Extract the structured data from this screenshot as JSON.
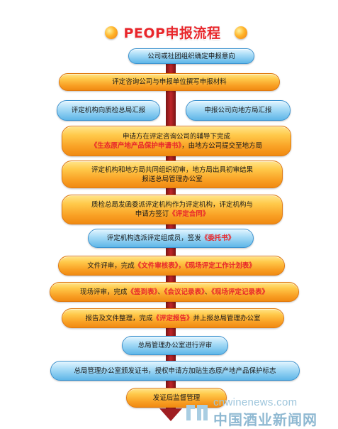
{
  "title": "PEOP申报流程",
  "steps": [
    {
      "a": "公司或社团组织确定申报意向"
    },
    {
      "a": "评定咨询公司与申报单位撰写申报材料"
    },
    {
      "a": "评定机构向质检总局汇报"
    },
    {
      "a": "申报公司向地方局汇报"
    },
    {
      "a": "申请方在评定咨询公司的辅导下完成",
      "b": "《生态原产地产品保护申请书》",
      "c": "，由地方公司提交至地方局"
    },
    {
      "a": "评定机构和地方局共同组织初审，地方局出具初审结果",
      "b": "报送总局管理办公室"
    },
    {
      "a": "质检总局发函委派评定机构作为评定机构，评定机构与",
      "b": "申请方签订",
      "c": "《评定合同》"
    },
    {
      "a": "评定机构选派评定组成员，签发",
      "b": "《委托书》"
    },
    {
      "a": "文件评审，完成",
      "b": "《文件审核表》，《现场评定工作计划表》"
    },
    {
      "a": "现场评审，完成",
      "b": "《签到表》",
      "c": "、",
      "d": "《会议记录表》",
      "e": "、",
      "f": "《现场评定记录表》"
    },
    {
      "a": "报告及文件整理，完成",
      "b": "《评定报告》",
      "c": "并上报总局管理办公室"
    },
    {
      "a": "总局管理办公室进行评审"
    },
    {
      "a": "总局管理办公室颁发证书，授权申请方加贴生态原产地产品保护标志"
    },
    {
      "a": "发证后监督管理"
    }
  ],
  "watermark": {
    "url": "cnwinenews.com",
    "name": "中国酒业新闻网"
  },
  "colors": {
    "orange": "#f9a125",
    "blue": "#5fb6e8",
    "highlight": "#e8262b",
    "spine": "#a01e22"
  }
}
